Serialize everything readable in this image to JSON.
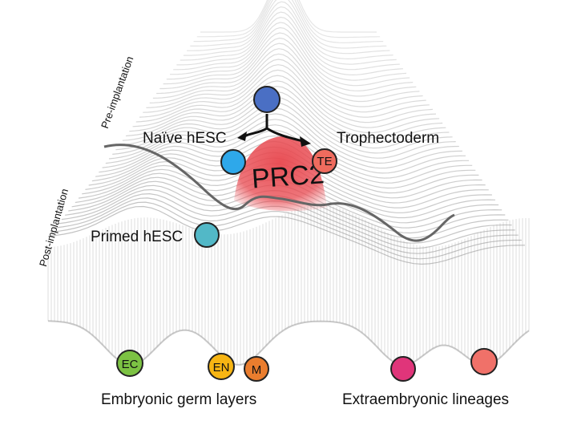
{
  "labels": {
    "pre_implantation": "Pre-implantation",
    "post_implantation": "Post-implantation",
    "naive_hesc": "Naïve hESC",
    "trophectoderm": "Trophectoderm",
    "primed_hesc": "Primed hESC",
    "prc2": "PRC2",
    "embryonic_germ_layers": "Embryonic germ layers",
    "extraembryonic_lineages": "Extraembryonic lineages"
  },
  "cells": {
    "top": {
      "label": "",
      "color": "#4a6fc4"
    },
    "naive": {
      "label": "",
      "color": "#2ea8ea"
    },
    "te": {
      "label": "TE",
      "color": "#ef6b5e"
    },
    "primed": {
      "label": "",
      "color": "#52b8c7"
    },
    "ec": {
      "label": "EC",
      "color": "#7cc243"
    },
    "en": {
      "label": "EN",
      "color": "#f7b513"
    },
    "m": {
      "label": "M",
      "color": "#ea7d2e"
    },
    "extra_pink": {
      "label": "",
      "color": "#e0357a"
    },
    "extra_salmon": {
      "label": "",
      "color": "#f07169"
    }
  },
  "colors": {
    "prc2_mound": "#e8464d",
    "landscape": "#9a9a9a",
    "boundary_line": "#666666"
  }
}
